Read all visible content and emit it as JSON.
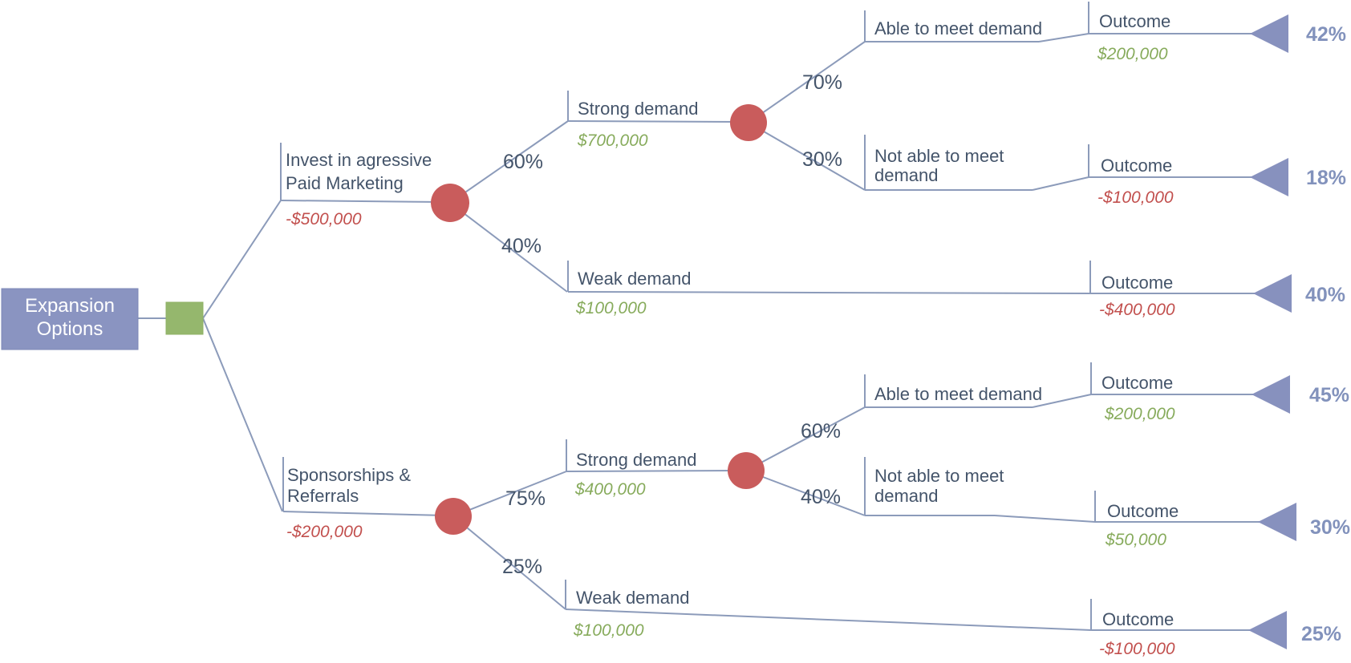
{
  "colors": {
    "node_blue": "#8A94C1",
    "action_green": "#95B76D",
    "chance_red": "#C95C5C",
    "line": "#8C9BBA",
    "text_dark": "#44546A",
    "money_positive": "#87AB5C",
    "money_negative": "#C2504E",
    "result_blue": "#8292BC"
  },
  "root": {
    "line1": "Expansion",
    "line2": "Options"
  },
  "branch1": {
    "label1": "Invest in agressive",
    "label2": "Paid Marketing",
    "cost": "-$500,000",
    "strong": {
      "probability": "60%",
      "label": "Strong demand",
      "value": "$700,000",
      "able": {
        "probability": "70%",
        "label1": "Able to meet demand",
        "outcome": "Outcome",
        "value": "$200,000",
        "result": "42%"
      },
      "not_able": {
        "probability": "30%",
        "label1": "Not able to meet",
        "label2": "demand",
        "outcome": "Outcome",
        "value": "-$100,000",
        "result": "18%"
      }
    },
    "weak": {
      "probability": "40%",
      "label": "Weak demand",
      "value": "$100,000",
      "outcome": "Outcome",
      "outcome_value": "-$400,000",
      "result": "40%"
    }
  },
  "branch2": {
    "label1": "Sponsorships &",
    "label2": "Referrals",
    "cost": "-$200,000",
    "strong": {
      "probability": "75%",
      "label": "Strong demand",
      "value": "$400,000",
      "able": {
        "probability": "60%",
        "label1": "Able to meet demand",
        "outcome": "Outcome",
        "value": "$200,000",
        "result": "45%"
      },
      "not_able": {
        "probability": "40%",
        "label1": "Not able to meet",
        "label2": "demand",
        "outcome": "Outcome",
        "value": "$50,000",
        "result": "30%"
      }
    },
    "weak": {
      "probability": "25%",
      "label": "Weak demand",
      "value": "$100,000",
      "outcome": "Outcome",
      "outcome_value": "-$100,000",
      "result": "25%"
    }
  }
}
